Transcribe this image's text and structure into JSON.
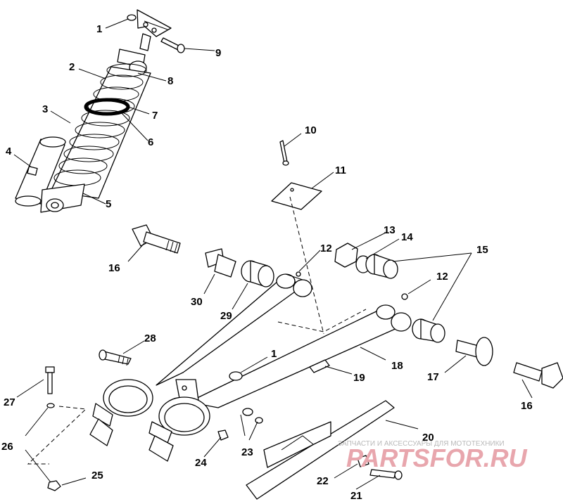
{
  "callouts": [
    {
      "id": "c1a",
      "text": "1"
    },
    {
      "id": "c1b",
      "text": "1"
    },
    {
      "id": "c2",
      "text": "2"
    },
    {
      "id": "c3",
      "text": "3"
    },
    {
      "id": "c4",
      "text": "4"
    },
    {
      "id": "c5",
      "text": "5"
    },
    {
      "id": "c6",
      "text": "6"
    },
    {
      "id": "c7",
      "text": "7"
    },
    {
      "id": "c8",
      "text": "8"
    },
    {
      "id": "c9",
      "text": "9"
    },
    {
      "id": "c10",
      "text": "10"
    },
    {
      "id": "c11",
      "text": "11"
    },
    {
      "id": "c12a",
      "text": "12"
    },
    {
      "id": "c12b",
      "text": "12"
    },
    {
      "id": "c13",
      "text": "13"
    },
    {
      "id": "c14",
      "text": "14"
    },
    {
      "id": "c15",
      "text": "15"
    },
    {
      "id": "c16a",
      "text": "16"
    },
    {
      "id": "c16b",
      "text": "16"
    },
    {
      "id": "c17",
      "text": "17"
    },
    {
      "id": "c18",
      "text": "18"
    },
    {
      "id": "c19",
      "text": "19"
    },
    {
      "id": "c20",
      "text": "20"
    },
    {
      "id": "c21",
      "text": "21"
    },
    {
      "id": "c22",
      "text": "22"
    },
    {
      "id": "c23",
      "text": "23"
    },
    {
      "id": "c24",
      "text": "24"
    },
    {
      "id": "c25",
      "text": "25"
    },
    {
      "id": "c26",
      "text": "26"
    },
    {
      "id": "c27",
      "text": "27"
    },
    {
      "id": "c28",
      "text": "28"
    },
    {
      "id": "c29",
      "text": "29"
    },
    {
      "id": "c30",
      "text": "30"
    }
  ],
  "watermark": {
    "caption": "ЗАПЧАСТИ И АКСЕССУАРЫ ДЛЯ МОТОТЕХНИКИ",
    "logo": "PARTSFOR.RU"
  }
}
